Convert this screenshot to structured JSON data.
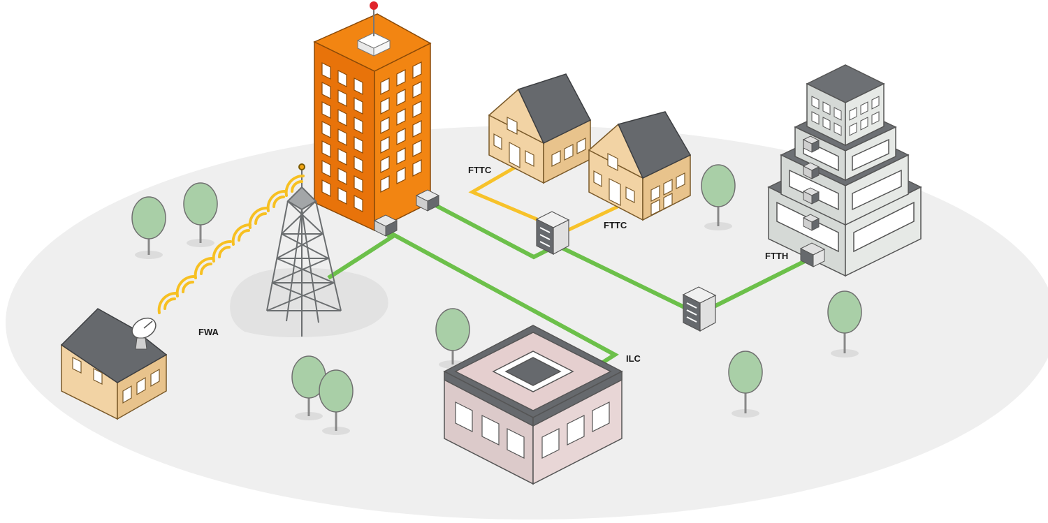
{
  "labels": {
    "fttc_top": "FTTC",
    "fttc_right": "FTTC",
    "ftth": "FTTH",
    "fwa": "FWA",
    "ilc": "ILC"
  },
  "colors": {
    "background": "#ffffff",
    "ground": "#efefef",
    "fiber_green": "#6cc04a",
    "copper_yellow": "#f7c22a",
    "signal_yellow": "#f7c022",
    "tower_building": "#f28512",
    "house_wall": "#f2d3a4",
    "roof": "#66696d",
    "office_wall": "#e5cfcf",
    "tree": "#a9cfa7",
    "tower_grey": "#a3a6a8",
    "tiered_building": "#d5d9d6"
  }
}
